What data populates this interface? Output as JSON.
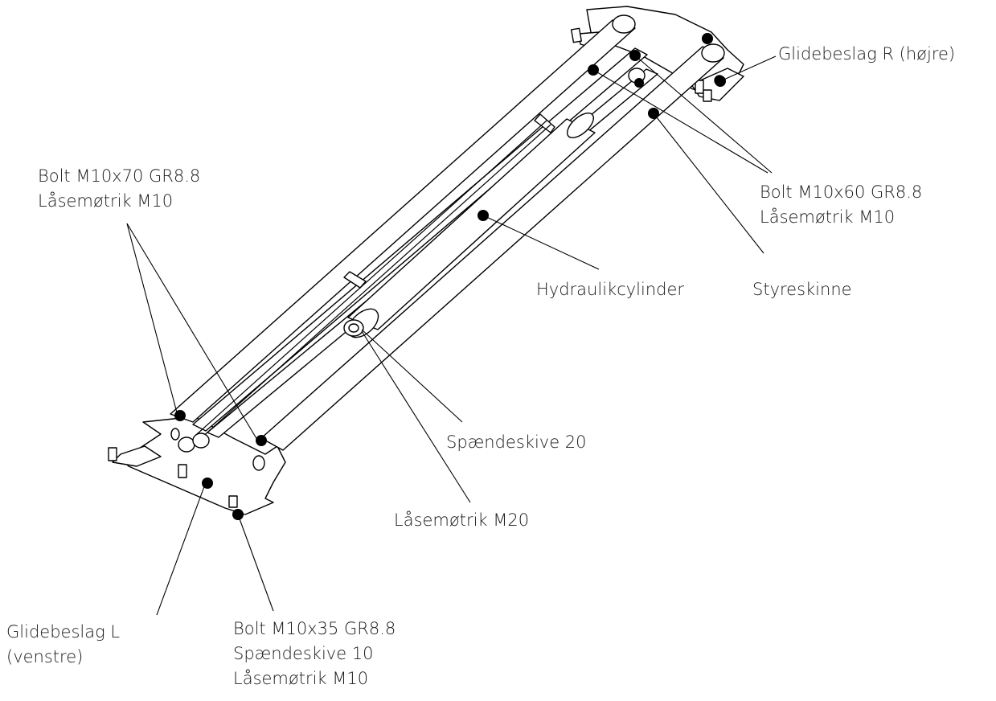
{
  "labels": {
    "glidebeslag_r": "Glidebeslag R (højre)",
    "bolt_m10x60": [
      "Bolt M10x60 GR8.8",
      "Låsemøtrik M10"
    ],
    "styreskinne": "Styreskinne",
    "hydraulikcylinder": "Hydraulikcylinder",
    "bolt_m10x70": [
      "Bolt M10x70 GR8.8",
      "Låsemøtrik M10"
    ],
    "spaendeskive_20": "Spændeskive 20",
    "laasemoetrik_m20": "Låsemøtrik M20",
    "glidebeslag_l": [
      "Glidebeslag L",
      "(venstre)"
    ],
    "bolt_m10x35": [
      "Bolt M10x35 GR8.8",
      "Spændeskive 10",
      "Låsemøtrik M10"
    ]
  },
  "colors": {
    "line": "#000000",
    "text": "#1a1a1a",
    "background": "#ffffff"
  }
}
